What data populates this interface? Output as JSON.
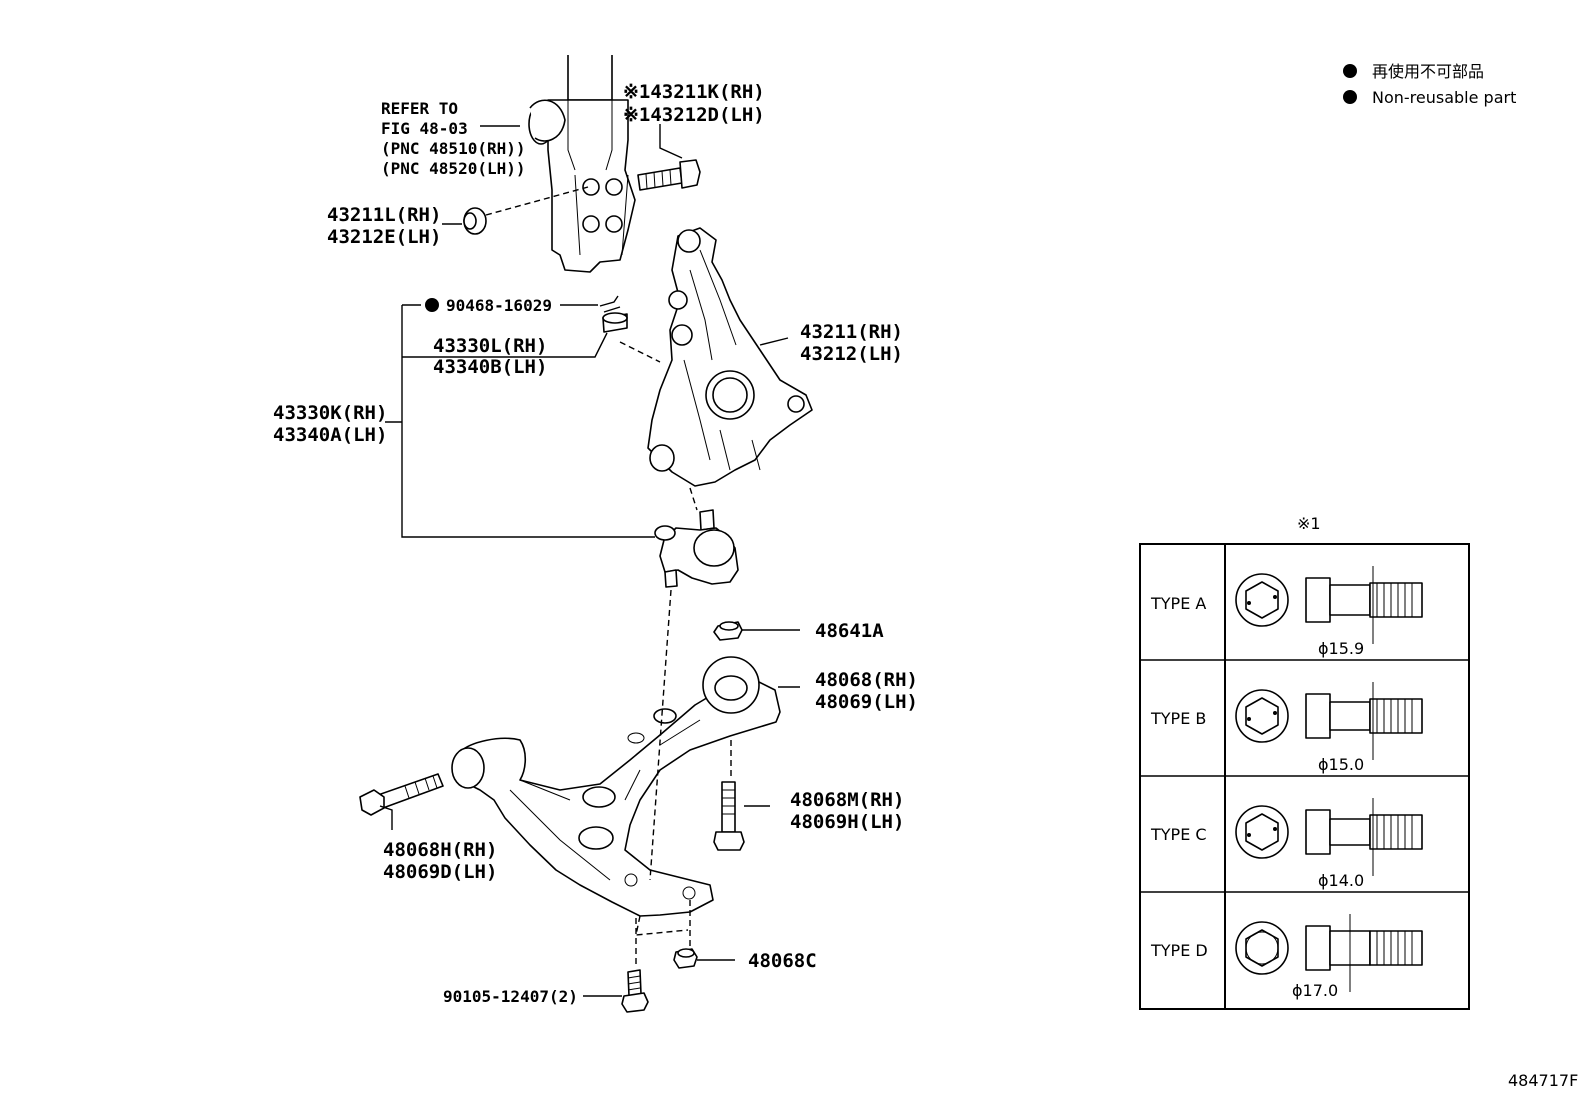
{
  "legend": {
    "symbol": "●",
    "line_jp": "再使用不可部品",
    "line_en": "Non-reusable part"
  },
  "callouts": {
    "refer_line1": "REFER TO",
    "refer_line2": "FIG 48-03",
    "refer_line3": "(PNC 48510(RH))",
    "refer_line4": "(PNC 48520(LH))",
    "bolt_k_rh": "※143211K(RH)",
    "bolt_d_lh": "※143212D(LH)",
    "nut_l_rh": "43211L(RH)",
    "nut_e_lh": "43212E(LH)",
    "pin": "90468-16029",
    "pin_mark": "●",
    "nut_330l_rh": "43330L(RH)",
    "nut_340b_lh": "43340B(LH)",
    "joint_rh": "43330K(RH)",
    "joint_lh": "43340A(LH)",
    "knuckle_rh": "43211(RH)",
    "knuckle_lh": "43212(LH)",
    "nut_48641a": "48641A",
    "arm_rh": "48068(RH)",
    "arm_lh": "48069(LH)",
    "bolt_m_rh": "48068M(RH)",
    "bolt_h_lh": "48069H(LH)",
    "bolt_48068h_rh": "48068H(RH)",
    "bolt_48069d_lh": "48069D(LH)",
    "nut_48068c": "48068C",
    "bolt_90105": "90105-12407(2)"
  },
  "type_table": {
    "header": "※1",
    "rows": [
      {
        "label": "TYPE A",
        "diameter": "ϕ15.9"
      },
      {
        "label": "TYPE B",
        "diameter": "ϕ15.0"
      },
      {
        "label": "TYPE C",
        "diameter": "ϕ14.0"
      },
      {
        "label": "TYPE D",
        "diameter": "ϕ17.0"
      }
    ]
  },
  "figure_code": "484717F"
}
